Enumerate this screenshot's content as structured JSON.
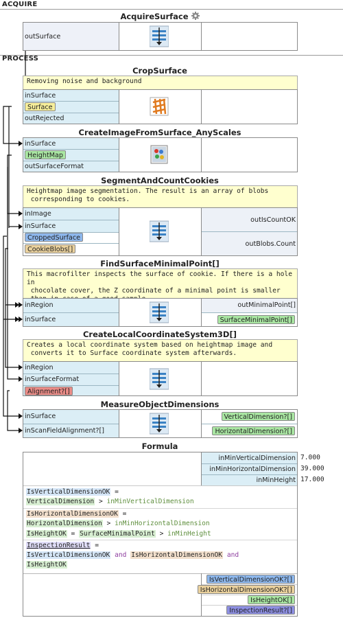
{
  "sections": {
    "acquire": "ACQUIRE",
    "process": "PROCESS"
  },
  "colors": {
    "input_column": "#dbeef6",
    "description_bg": "#ffffcf",
    "pill_yellow": "#f6ee9a",
    "pill_green": "#a9e6a2",
    "pill_blue": "#8db7ec",
    "pill_orange": "#ead19d",
    "pill_red": "#e98b86",
    "pill_purple": "#8d8fe2"
  },
  "nodes": {
    "acquire_surface": {
      "title": "AcquireSurface",
      "outputs": [
        "outSurface"
      ],
      "gear_icon": "gear-icon"
    },
    "crop_surface": {
      "title": "CropSurface",
      "description": "Removing noise and background",
      "inputs": [
        "inSurface"
      ],
      "output_value": "Surface",
      "outputs": [
        "outRejected"
      ],
      "icon": "crop-grid-icon"
    },
    "create_image": {
      "title": "CreateImageFromSurface_AnyScales",
      "inputs": [
        "inSurface"
      ],
      "output_value": "HeightMap",
      "outputs": [
        "outSurfaceFormat"
      ],
      "icon": "image-palette-icon"
    },
    "segment": {
      "title": "SegmentAndCountCookies",
      "description": "Heightmap image segmentation. The result is an array of blobs\n corresponding to cookies.",
      "inputs": [
        "inImage",
        "inSurface"
      ],
      "values": [
        "CroppedSurface",
        "CookieBlobs[]"
      ],
      "outputs": [
        "outIsCountOK",
        "outBlobs.Count"
      ],
      "icon": "macro-icon"
    },
    "find_min": {
      "title": "FindSurfaceMinimalPoint[]",
      "description": "This macrofilter inspects the surface of cookie. If there is a hole in\n chocolate cover, the Z coordinate of a minimal point is smaller\n than in case of a good sample.",
      "inputs": [
        "inRegion",
        "inSurface"
      ],
      "outputs": [
        "outMinimalPoint[]"
      ],
      "output_value": "SurfaceMinimalPoint[]",
      "icon": "macro-icon"
    },
    "coord_system": {
      "title": "CreateLocalCoordinateSystem3D[]",
      "description": "Creates a local coordinate system based on heightmap image and\n converts it to Surface coordinate system afterwards.",
      "inputs": [
        "inRegion",
        "inSurfaceFormat"
      ],
      "output_value": "Alignment?[]",
      "icon": "macro-icon"
    },
    "measure": {
      "title": "MeasureObjectDimensions",
      "inputs": [
        "inSurface",
        "inScanFieldAlignment?[]"
      ],
      "outputs": [
        "VerticalDimension?[]",
        "HorizontalDimension?[]"
      ],
      "icon": "macro-icon"
    },
    "formula": {
      "title": "Formula",
      "params": [
        {
          "name": "inMinVerticalDimension",
          "value": "7.000"
        },
        {
          "name": "inMinHorizontalDimension",
          "value": "39.000"
        },
        {
          "name": "inMinHeight",
          "value": "17.000"
        }
      ],
      "expressions": {
        "e1_lhs": "IsVerticalDimensionOK",
        "e1_eq": " =",
        "e1_a": "VerticalDimension",
        "e1_op": " > ",
        "e1_b": "inMinVerticalDimension",
        "e2_lhs": "IsHorizontalDimensionOK",
        "e2_eq": " =",
        "e2_a": "HorizontalDimension",
        "e2_op": " > ",
        "e2_b": "inMinHorizontalDimension",
        "e3_lhs": "IsHeightOK",
        "e3_eq": " = ",
        "e3_a": "SurfaceMinimalPoint",
        "e3_op": " > ",
        "e3_b": "inMinHeight",
        "e4_lhs": "InspectionResult",
        "e4_eq": " =",
        "e4_a": "IsVerticalDimensionOK",
        "e4_and1": " and ",
        "e4_b": "IsHorizontalDimensionOK",
        "e4_and2": " and",
        "e4_c": "IsHeightOK"
      },
      "outputs": [
        "IsVerticalDimensionOK?[]",
        "IsHorizontalDimensionOK?[]",
        "IsHeightOK[]",
        "InspectionResult?[]"
      ]
    }
  }
}
